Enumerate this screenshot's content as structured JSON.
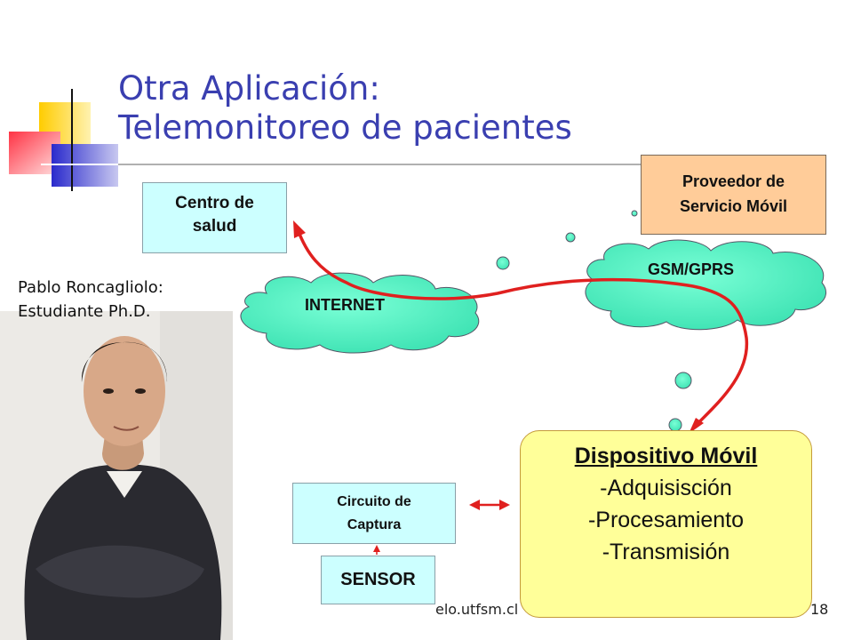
{
  "slide": {
    "title_line1": "Otra Aplicación:",
    "title_line2": "Telemonitoreo de pacientes",
    "footer_url": "elo.utfsm.cl",
    "page_number": "18"
  },
  "author": {
    "line1": "Pablo Roncagliolo:",
    "line2": "Estudiante Ph.D."
  },
  "diagram": {
    "centro": {
      "line1": "Centro de",
      "line2": "salud"
    },
    "proveedor": {
      "line1": "Proveedor de",
      "line2": "Servicio Móvil"
    },
    "internet": "INTERNET",
    "gsm": "GSM/GPRS",
    "dispositivo": {
      "title": "Dispositivo Móvil",
      "line1": "-Adquisisción",
      "line2": "-Procesamiento",
      "line3": "-Transmisión"
    },
    "circuito": {
      "line1": "Circuito de",
      "line2": "Captura"
    },
    "sensor": "SENSOR"
  },
  "colors": {
    "title": "#3a3fb0",
    "cloud": "#66ffcc",
    "box_light": "#ccffff",
    "box_orange": "#ffcc99",
    "box_yellow": "#ffff99",
    "arrow": "#e0201f"
  }
}
